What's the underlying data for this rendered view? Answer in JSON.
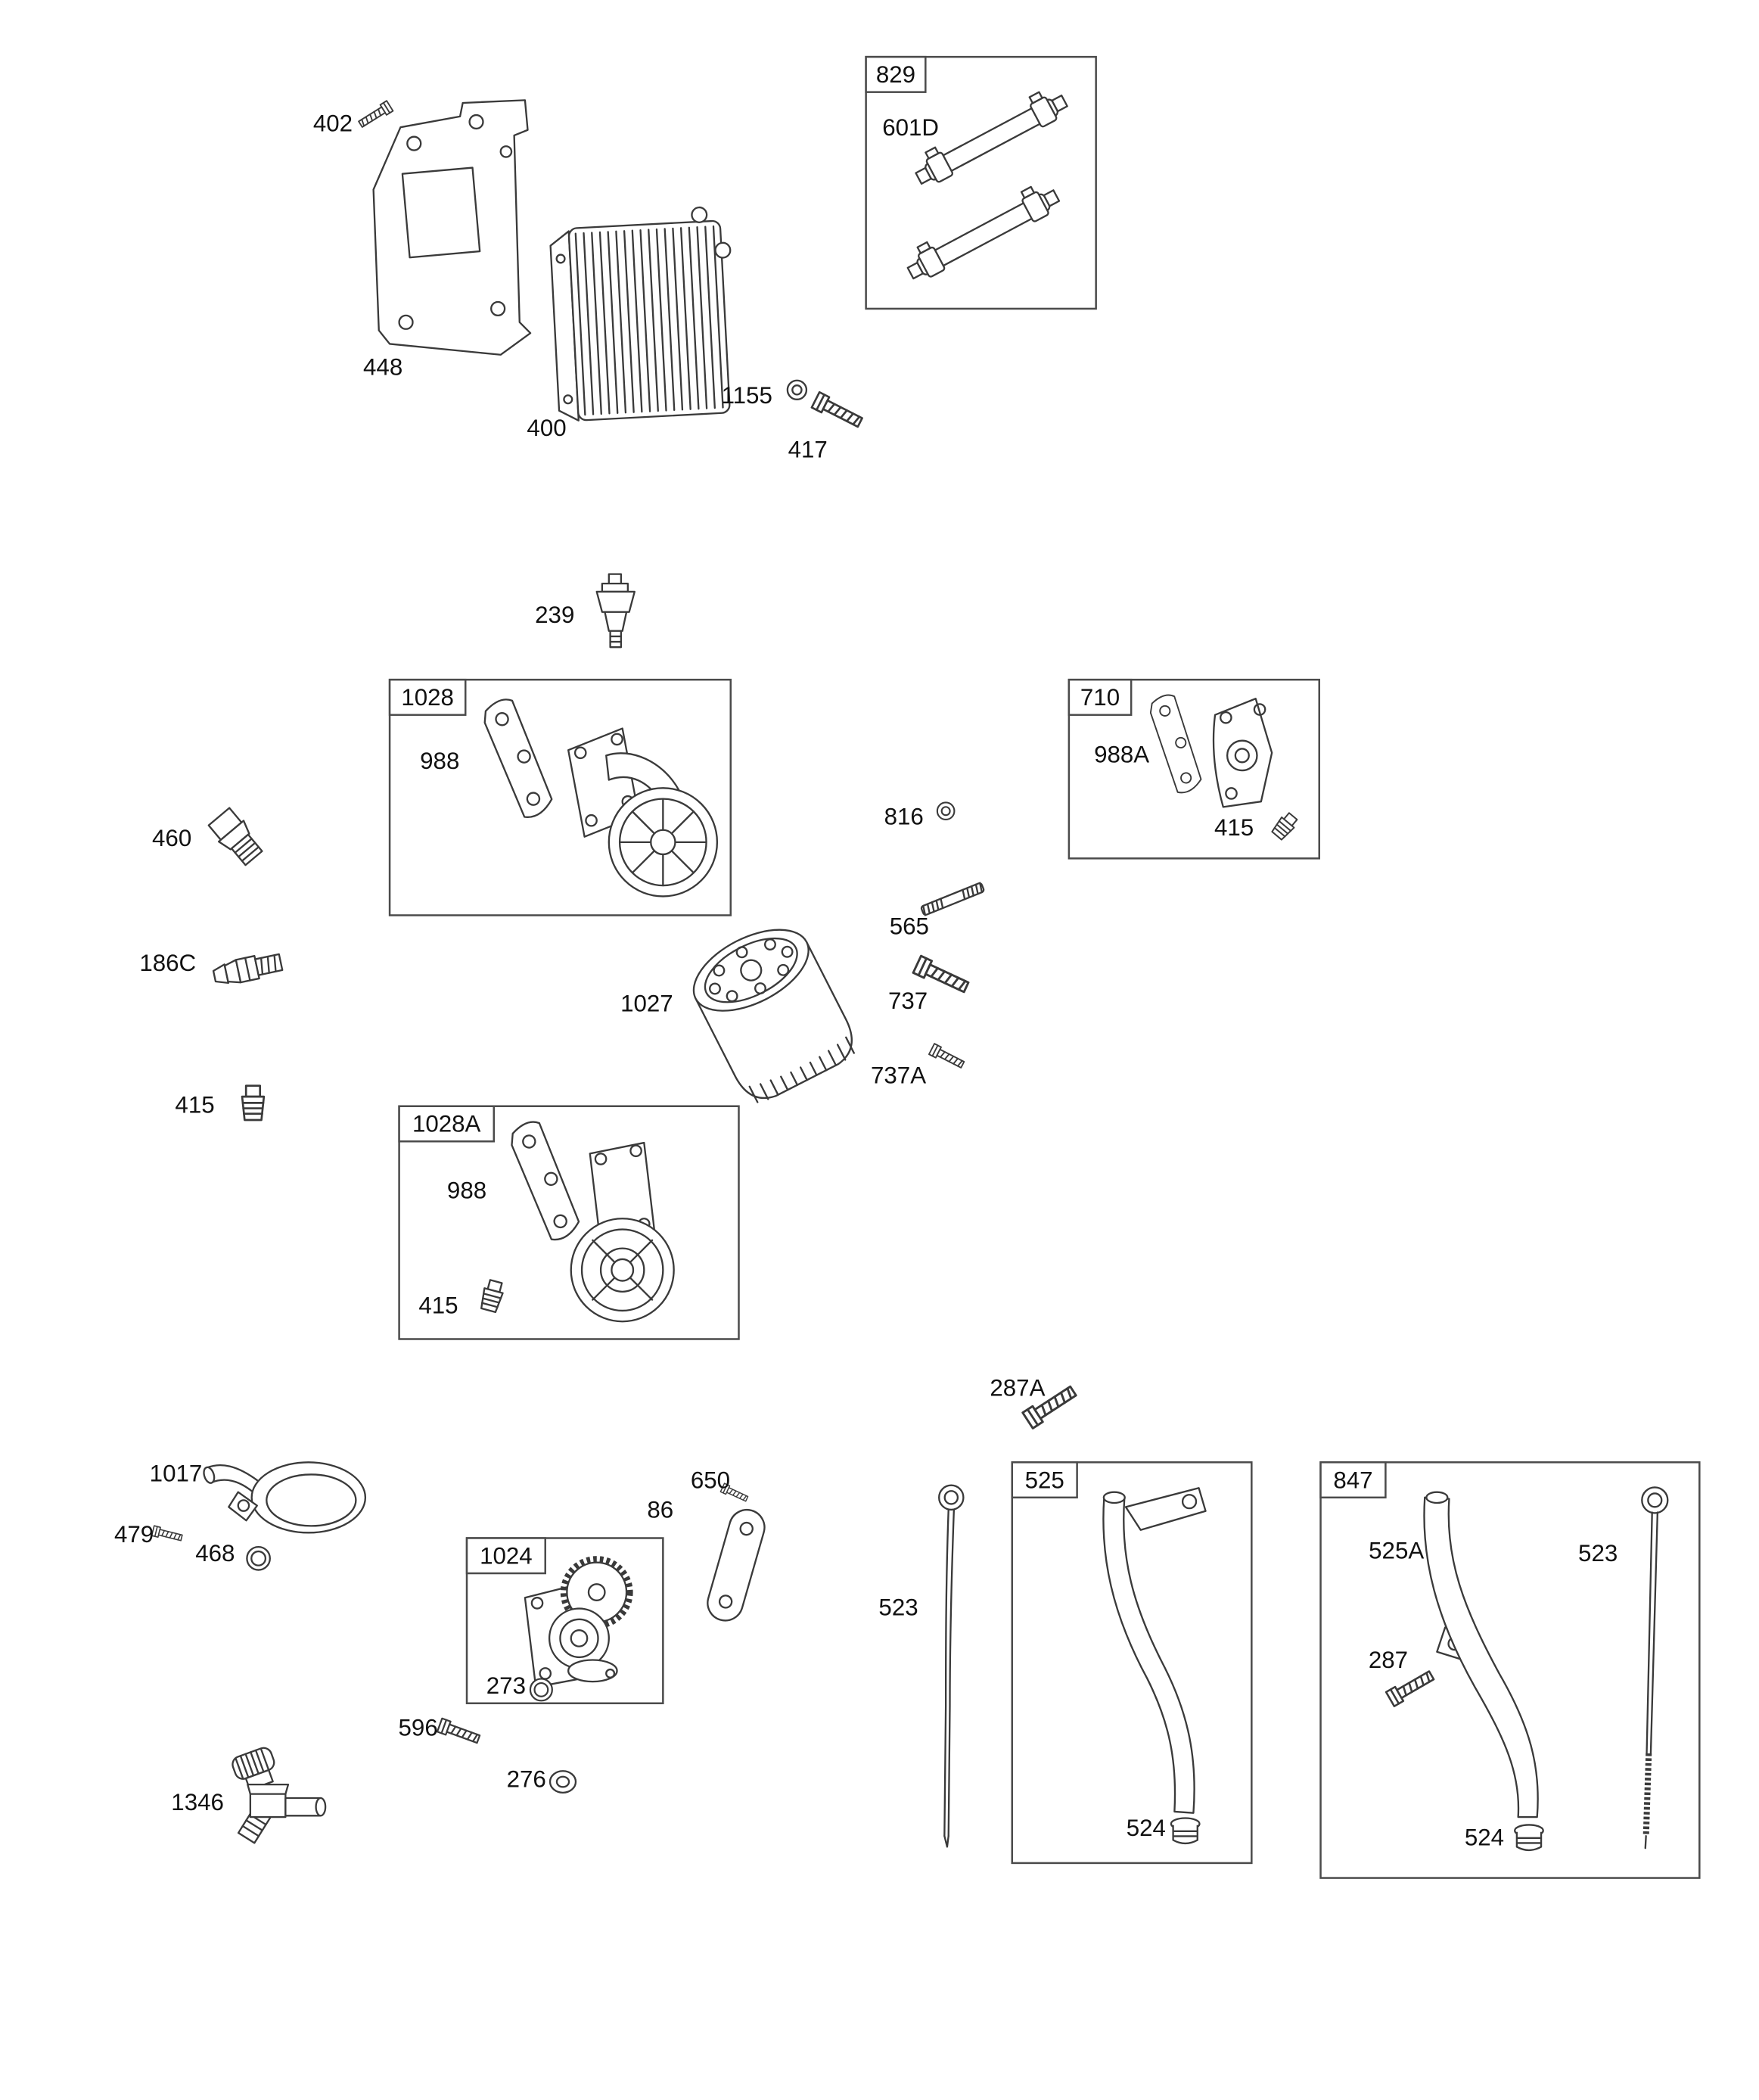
{
  "page": {
    "kind": "exploded-parts-diagram",
    "background_color": "#ffffff",
    "ink_color": "#3a3a3a",
    "label_color": "#111111"
  },
  "labels": {
    "l402": "402",
    "l448": "448",
    "l400": "400",
    "l1155": "1155",
    "l417": "417",
    "g829": "829",
    "l601D": "601D",
    "l239": "239",
    "g1028": "1028",
    "l988_1028": "988",
    "g710": "710",
    "l988A": "988A",
    "l415_710": "415",
    "l460": "460",
    "l816": "816",
    "l565": "565",
    "l186C": "186C",
    "l1027": "1027",
    "l737": "737",
    "l737A": "737A",
    "l415_left": "415",
    "g1028A": "1028A",
    "l988_1028A": "988",
    "l415_1028A": "415",
    "l287A": "287A",
    "l1017": "1017",
    "l479": "479",
    "l468": "468",
    "l650": "650",
    "l86": "86",
    "g1024": "1024",
    "l273": "273",
    "l596": "596",
    "l276": "276",
    "l1346": "1346",
    "l523_left": "523",
    "g525": "525",
    "l524_525": "524",
    "g847": "847",
    "l525A": "525A",
    "l523_847": "523",
    "l287": "287",
    "l524_847": "524"
  }
}
